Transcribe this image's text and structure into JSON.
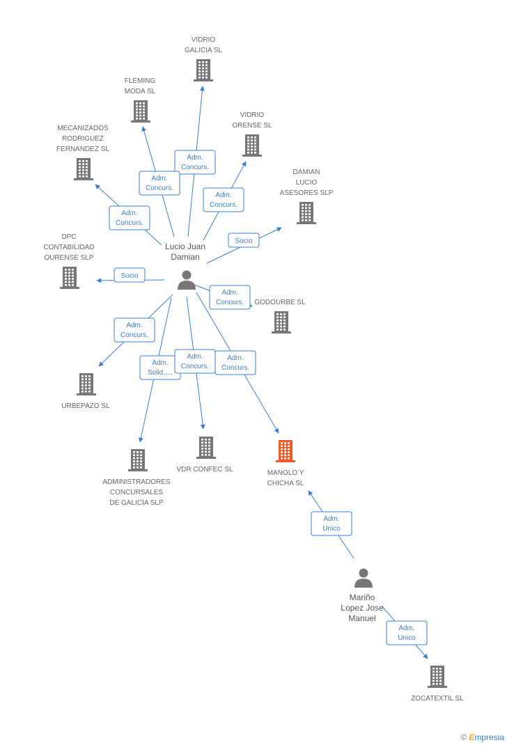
{
  "colors": {
    "edge": "#3a7fd5",
    "building": "#777777",
    "building_highlight": "#f05a28",
    "person": "#777777"
  },
  "icons": {
    "company": "building-icon",
    "person": "person-icon"
  },
  "nodes": [
    {
      "id": "vidrio_galicia",
      "type": "company",
      "lines": [
        "VIDRIO",
        "GALICIA SL"
      ]
    },
    {
      "id": "fleming",
      "type": "company",
      "lines": [
        "FLEMING",
        "MODA  SL"
      ]
    },
    {
      "id": "vidrio_orense",
      "type": "company",
      "lines": [
        "VIDRIO",
        "ORENSE SL"
      ]
    },
    {
      "id": "mecanizados",
      "type": "company",
      "lines": [
        "MECANIZADOS",
        "RODRIGUEZ",
        "FERNANDEZ SL"
      ]
    },
    {
      "id": "damian_lucio",
      "type": "company",
      "lines": [
        "DAMIAN",
        "LUCIO",
        "ASESORES SLP"
      ]
    },
    {
      "id": "dpc",
      "type": "company",
      "lines": [
        "DPC",
        "CONTABILIDAD",
        "OURENSE  SLP"
      ]
    },
    {
      "id": "godourbe",
      "type": "company",
      "lines": [
        "GODOURBE SL"
      ]
    },
    {
      "id": "urbepazo",
      "type": "company",
      "lines": [
        "URBEPAZO SL"
      ]
    },
    {
      "id": "administradores",
      "type": "company",
      "lines": [
        "ADMINISTRADORES",
        "CONCURSALES",
        "DE GALICIA  SLP"
      ]
    },
    {
      "id": "vdr",
      "type": "company",
      "lines": [
        "VDR CONFEC SL"
      ]
    },
    {
      "id": "manolo",
      "type": "company",
      "highlight": true,
      "lines": [
        "MANOLO Y",
        "CHICHA SL"
      ]
    },
    {
      "id": "zocatextil",
      "type": "company",
      "lines": [
        "ZOCATEXTIL SL"
      ]
    },
    {
      "id": "lucio",
      "type": "person",
      "lines": [
        "Lucio Juan",
        "Damian"
      ]
    },
    {
      "id": "marino",
      "type": "person",
      "lines": [
        "Mariño",
        "Lopez Jose",
        "Manuel"
      ]
    }
  ],
  "edges": [
    {
      "from": "lucio",
      "to": "vidrio_galicia",
      "lines": [
        "Adm.",
        "Concurs."
      ]
    },
    {
      "from": "lucio",
      "to": "fleming",
      "lines": [
        "Adm.",
        "Concurs."
      ]
    },
    {
      "from": "lucio",
      "to": "vidrio_orense",
      "lines": [
        "Adm.",
        "Concurs."
      ]
    },
    {
      "from": "lucio",
      "to": "mecanizados",
      "lines": [
        "Adm.",
        "Concurs."
      ]
    },
    {
      "from": "lucio",
      "to": "damian_lucio",
      "lines": [
        "Socio"
      ]
    },
    {
      "from": "lucio",
      "to": "dpc",
      "lines": [
        "Socio"
      ]
    },
    {
      "from": "lucio",
      "to": "godourbe",
      "lines": [
        "Adm.",
        "Concurs."
      ]
    },
    {
      "from": "lucio",
      "to": "urbepazo",
      "lines": [
        "Adm.",
        "Concurs."
      ]
    },
    {
      "from": "lucio",
      "to": "administradores",
      "lines": [
        "Adm.",
        "Solid.,..."
      ]
    },
    {
      "from": "lucio",
      "to": "vdr",
      "lines": [
        "Adm.",
        "Concurs."
      ]
    },
    {
      "from": "lucio",
      "to": "manolo",
      "lines": [
        "Adm.",
        "Concurs."
      ]
    },
    {
      "from": "marino",
      "to": "manolo",
      "lines": [
        "Adm.",
        "Unico"
      ]
    },
    {
      "from": "marino",
      "to": "zocatextil",
      "lines": [
        "Adm.",
        "Unico"
      ]
    }
  ],
  "brand": {
    "symbol": "©",
    "initial": "E",
    "rest": "mpresia"
  }
}
